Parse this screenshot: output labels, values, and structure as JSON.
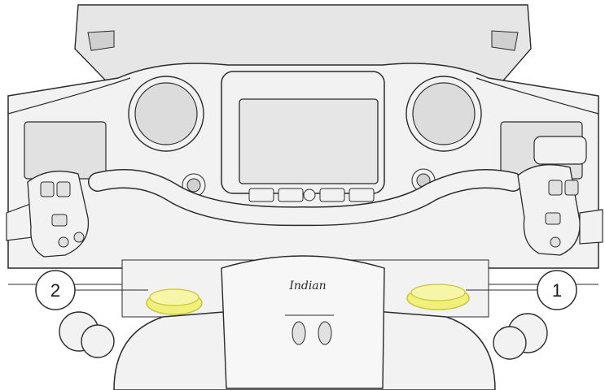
{
  "figure": {
    "brand_script": "Indian",
    "callouts": [
      {
        "number": "2",
        "target": "left-fairing-mount-highlight"
      },
      {
        "number": "1",
        "target": "right-fairing-mount-highlight"
      }
    ],
    "colors": {
      "background": "#ffffff",
      "line": "#2b2b2b",
      "fill_light": "#f2f2f2",
      "fill_mid": "#e1e1e1",
      "speaker": "#dcdcdc",
      "screen": "#e6e6e6",
      "highlight": "#f1f07a",
      "highlight_edge": "#c9c43a"
    }
  }
}
